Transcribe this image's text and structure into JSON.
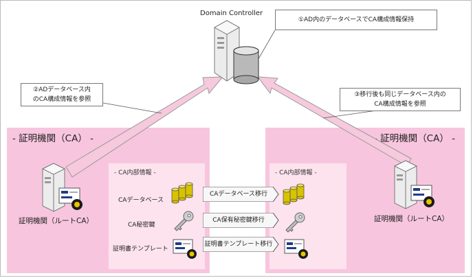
{
  "domain_controller": {
    "label": "Domain Controller"
  },
  "callouts": [
    {
      "line1": "①AD内のデータベースでCA構成情報保持",
      "line2": ""
    },
    {
      "line1": "②ADデータベース内",
      "line2": "のCA構成情報を参照"
    },
    {
      "line1": "③移行後も同じデータベース内の",
      "line2": "CA構成情報を参照"
    }
  ],
  "left_panel": {
    "title": "- 証明機関（CA） -",
    "node_label": "証明機関（ルートCA）",
    "inner_title": "- CA内部情報 -",
    "items": [
      {
        "label": "CAデータベース",
        "icon": "database-stack-icon"
      },
      {
        "label": "CA秘密鍵",
        "icon": "key-icon"
      },
      {
        "label": "証明書テンプレート",
        "icon": "certificate-icon"
      }
    ]
  },
  "right_panel": {
    "title": "- 証明機関（CA） -",
    "node_label": "証明機関（ルートCA）",
    "inner_title": "- CA内部情報 -"
  },
  "migrations": [
    {
      "label": "CAデータベース移行"
    },
    {
      "label": "CA保有秘密鍵移行"
    },
    {
      "label": "証明書テンプレート移行"
    }
  ],
  "colors": {
    "panel": "#f7c6de",
    "inner": "#fde3ee",
    "arrow_fill": "#f6c9dc",
    "arrow_stroke": "#999999"
  }
}
